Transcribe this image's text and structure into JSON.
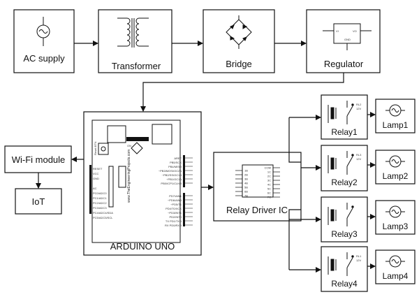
{
  "blocks": {
    "ac_supply": "AC supply",
    "transformer": "Transformer",
    "bridge": "Bridge",
    "regulator": "Regulator",
    "wifi": "Wi-Fi module",
    "iot": "IoT",
    "arduino": "ARDUINO UNO",
    "relay_driver": "Relay Driver IC"
  },
  "relays": [
    {
      "label": "Relay1",
      "coil": "RL2",
      "voltage": "12V"
    },
    {
      "label": "Relay2",
      "coil": "RL3",
      "voltage": "12V"
    },
    {
      "label": "Relay3",
      "coil": "",
      "voltage": ""
    },
    {
      "label": "Relay4",
      "coil": "RL1",
      "voltage": "12V"
    }
  ],
  "lamps": [
    "Lamp1",
    "Lamp2",
    "Lamp3",
    "Lamp4"
  ],
  "regulator_pins": {
    "vi": "VI",
    "vo": "VO",
    "gnd": "GND"
  },
  "arduino_board": {
    "watermark": "www.TheEngineeringProjects.com",
    "reset_btn": "Reset BTN",
    "on": "ON",
    "left_pins": [
      "RESET",
      "VCC",
      "GND",
      "",
      "AC",
      "PC0/ADC0",
      "PC1/ADC1",
      "PC2/ADC2",
      "PC3/ADC3",
      "PC4/ADC4/SDA",
      "PC5/ADC5/SCL"
    ],
    "right_pins_top": [
      "AREF",
      "PB5/SCK",
      "PB4/MISO",
      "~PB3/MOSI/OC2A",
      "~PB2/SS/OC1B",
      "~PB1/OC1A",
      "PB0/ICP1/CLKO"
    ],
    "right_pins_bottom": [
      "PD7/AIN1",
      "~PD6/AIN0",
      "~PD5/T1",
      "PD4/T0/XCK",
      "~PD3/INT1",
      "PD2/INT0",
      "TX PD1/TXD",
      "RX PD0/RXD"
    ]
  },
  "driver_ic": {
    "left_pins": [
      "1B",
      "2B",
      "3B",
      "4B",
      "5B",
      "6B",
      "7B"
    ],
    "right_pins": [
      "COM",
      "1C",
      "2C",
      "3C",
      "4C",
      "5C",
      "6C",
      "7C"
    ]
  }
}
